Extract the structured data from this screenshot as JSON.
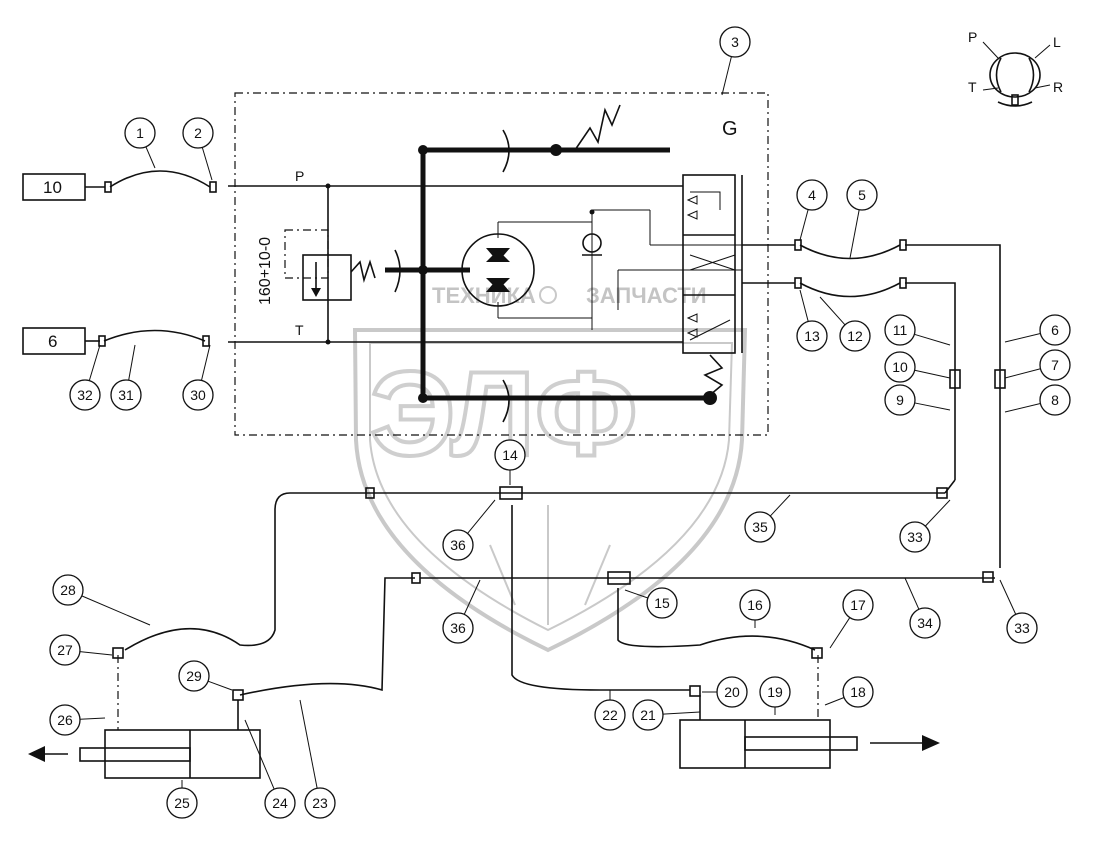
{
  "labels": {
    "block_g": "G",
    "port_p": "P",
    "port_t": "T",
    "valve_setting": "160+10-0",
    "source_upper": "10",
    "source_lower": "6",
    "sel_p": "P",
    "sel_l": "L",
    "sel_t": "T",
    "sel_r": "R"
  },
  "watermark": {
    "text_left": "ТЕХНИКА",
    "text_right": "ЗАПЧАСТИ",
    "big": "ЭЛФ"
  },
  "callouts": [
    "1",
    "2",
    "3",
    "4",
    "5",
    "6",
    "7",
    "8",
    "9",
    "10",
    "11",
    "12",
    "13",
    "14",
    "15",
    "16",
    "17",
    "18",
    "19",
    "20",
    "21",
    "22",
    "23",
    "24",
    "25",
    "26",
    "27",
    "28",
    "29",
    "30",
    "31",
    "32",
    "33",
    "33",
    "34",
    "35",
    "36",
    "36"
  ]
}
